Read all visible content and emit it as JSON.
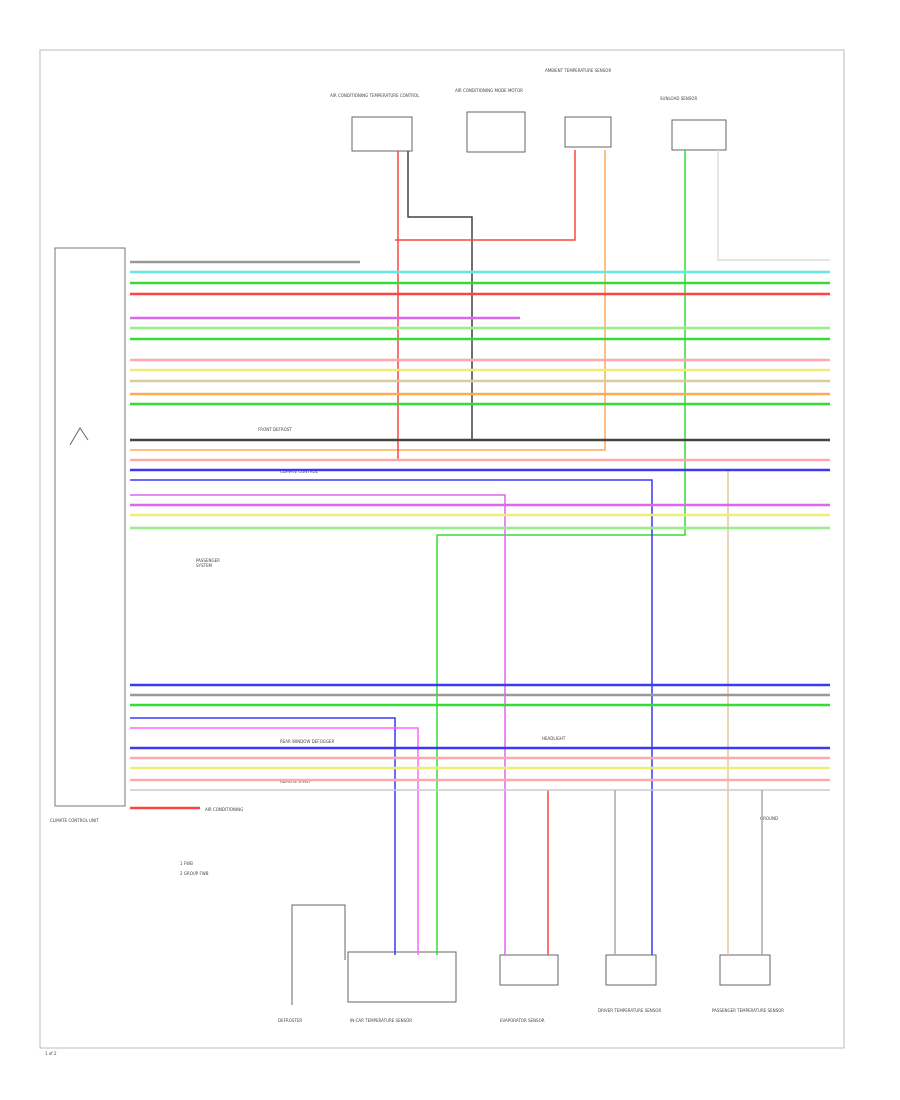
{
  "colors": {
    "blu": "#3a3af5",
    "grn": "#33dd33",
    "lt_grn": "#99ee88",
    "red": "#ff4444",
    "pnk": "#ffaaaa",
    "org": "#ffaa55",
    "yel": "#eeee77",
    "lt_blu": "#66e6e6",
    "vio": "#dd66ee",
    "gry": "#999999",
    "blk": "#444444",
    "tan": "#ddcc99"
  },
  "labels": {
    "control_unit": "CLIMATE CONTROL UNIT",
    "page_ref": "1 of 2",
    "legend_1": "1  FWB",
    "legend_2": "2  GROUP FWB",
    "inline_1": "FRONT DEFROST",
    "inline_2": "CLIMATE CONTROL",
    "inline_3": "PASSENGER",
    "inline_4": "SYSTEM",
    "inline_5": "REAR WINDOW DEFOGGER",
    "inline_6": "REMOTE START",
    "inline_7": "AIR CONDITIONING",
    "inline_8": "HEADLIGHT",
    "inline_9": "GROUND"
  },
  "connectors": {
    "top_1": "AIR CONDITIONING TEMPERATURE CONTROL",
    "top_2": "AIR CONDITIONING MODE MOTOR",
    "top_3": "AMBIENT TEMPERATURE SENSOR",
    "top_4": "SUNLOAD SENSOR",
    "bot_1": "DEFROSTER",
    "bot_2": "IN-CAR TEMPERATURE SENSOR",
    "bot_3": "EVAPORATOR SENSOR",
    "bot_4": "DRIVER TEMPERATURE SENSOR",
    "bot_5": "PASSENGER TEMPERATURE SENSOR"
  },
  "wires": [
    {
      "id": "w01",
      "color": "gry"
    },
    {
      "id": "w02",
      "color": "lt_blu"
    },
    {
      "id": "w03",
      "color": "grn"
    },
    {
      "id": "w04",
      "color": "red"
    },
    {
      "id": "w05",
      "color": "vio"
    },
    {
      "id": "w06",
      "color": "lt_grn"
    },
    {
      "id": "w07",
      "color": "grn"
    },
    {
      "id": "w08",
      "color": "pnk"
    },
    {
      "id": "w09",
      "color": "yel"
    },
    {
      "id": "w10",
      "color": "tan"
    },
    {
      "id": "w11",
      "color": "org"
    },
    {
      "id": "w12",
      "color": "grn"
    },
    {
      "id": "w13",
      "color": "blk"
    },
    {
      "id": "w14",
      "color": "pnk"
    },
    {
      "id": "w15",
      "color": "blu"
    },
    {
      "id": "w16",
      "color": "vio"
    },
    {
      "id": "w17",
      "color": "yel"
    },
    {
      "id": "w18",
      "color": "lt_grn"
    },
    {
      "id": "w19",
      "color": "blu"
    },
    {
      "id": "w20",
      "color": "gry"
    },
    {
      "id": "w21",
      "color": "grn"
    },
    {
      "id": "w22",
      "color": "blu"
    },
    {
      "id": "w23",
      "color": "pnk"
    },
    {
      "id": "w24",
      "color": "yel"
    },
    {
      "id": "w25",
      "color": "pnk"
    },
    {
      "id": "w26",
      "color": "red"
    }
  ]
}
